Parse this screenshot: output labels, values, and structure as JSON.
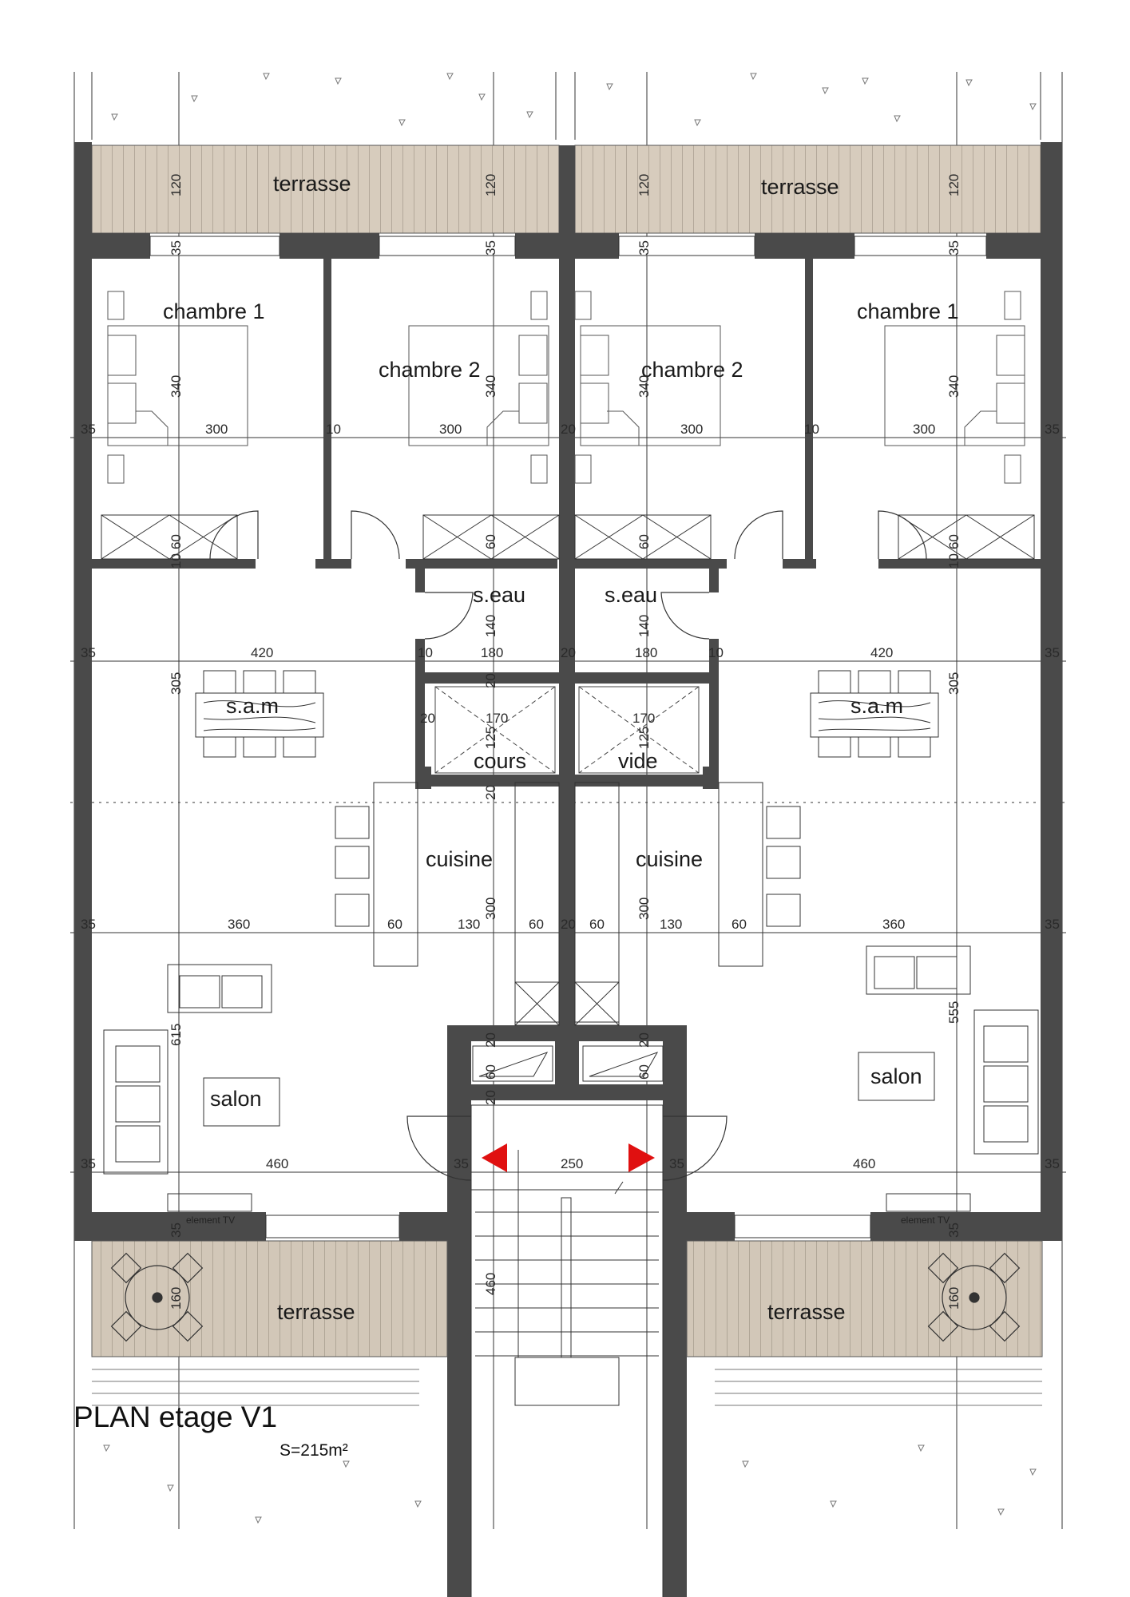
{
  "plan": {
    "title": "PLAN etage V1",
    "surface": "S=215m²"
  },
  "rooms": {
    "terrasse_top_left": "terrasse",
    "terrasse_top_right": "terrasse",
    "chambre1_left": "chambre 1",
    "chambre2_left": "chambre 2",
    "chambre2_right": "chambre 2",
    "chambre1_right": "chambre 1",
    "seau_left": "s.eau",
    "seau_right": "s.eau",
    "sam_left": "s.a.m",
    "sam_right": "s.a.m",
    "cours": "cours",
    "vide": "vide",
    "cuisine_left": "cuisine",
    "cuisine_right": "cuisine",
    "salon_left": "salon",
    "salon_right": "salon",
    "terrasse_bottom_left": "terrasse",
    "terrasse_bottom_right": "terrasse",
    "element_tv_left": "element TV",
    "element_tv_right": "element TV"
  },
  "dimensions": {
    "d120": "120",
    "d35": "35",
    "d340": "340",
    "d300": "300",
    "d10": "10",
    "d20": "20",
    "d60": "60",
    "d140": "140",
    "d180": "180",
    "d420": "420",
    "d305": "305",
    "d170": "170",
    "d125": "125",
    "d360": "360",
    "d130": "130",
    "d615": "615",
    "d555": "555",
    "d460": "460",
    "d250": "250",
    "d160": "160"
  },
  "colors": {
    "wall": "#4a4a4a",
    "terrace": "#d7ccbd",
    "accent_arrow": "#e01010"
  }
}
